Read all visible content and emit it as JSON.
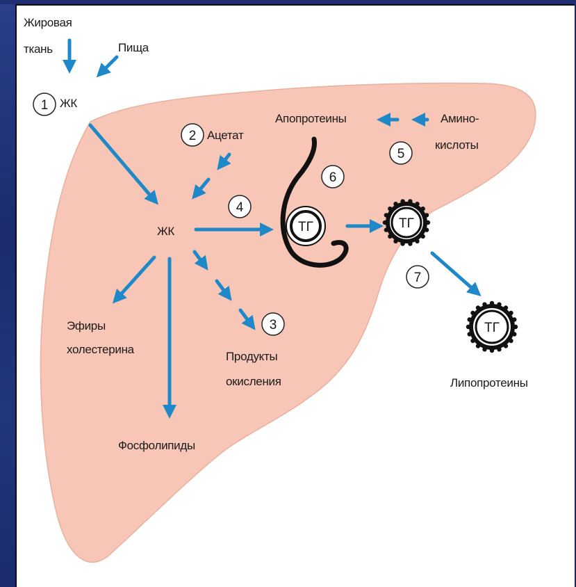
{
  "labels": {
    "fat_tissue_1": "Жировая",
    "fat_tissue_2": "ткань",
    "food": "Пища",
    "fa_top": "ЖК",
    "acetate": "Ацетат",
    "apoproteins": "Апопротеины",
    "amino_1": "Амино-",
    "amino_2": "кислоты",
    "fa_center": "ЖК",
    "esters_1": "Эфиры",
    "esters_2": "холестерина",
    "products_1": "Продукты",
    "products_2": "окисления",
    "phospholipids": "Фосфолипиды",
    "lipoproteins": "Липопротеины",
    "tg": "ТГ"
  },
  "steps": [
    "1",
    "2",
    "3",
    "4",
    "5",
    "6",
    "7"
  ],
  "colors": {
    "liver": "#f7c6b6",
    "arrow": "#1e88c8",
    "text": "#1a1a1a"
  }
}
